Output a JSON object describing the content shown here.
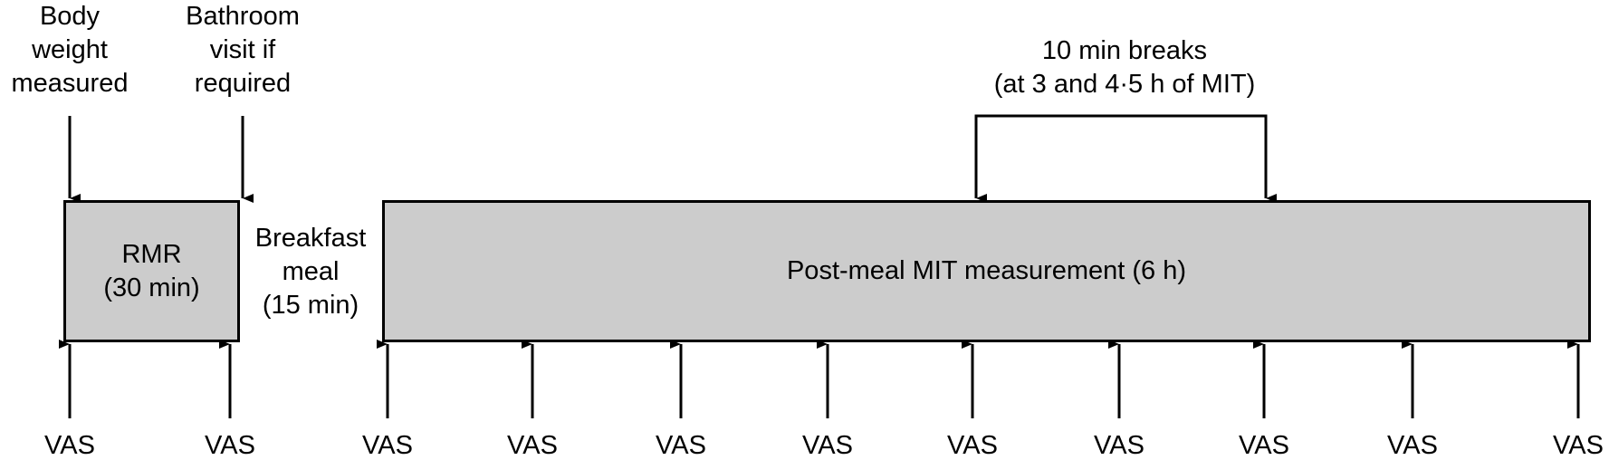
{
  "labels": {
    "body_weight": [
      "Body",
      "weight",
      "measured"
    ],
    "bathroom": [
      "Bathroom",
      "visit if",
      "required"
    ],
    "breakfast": [
      "Breakfast",
      "meal",
      "(15 min)"
    ],
    "breaks": [
      "10 min breaks",
      "(at 3 and 4·5 h of MIT)"
    ]
  },
  "boxes": {
    "rmr": [
      "RMR",
      "(30 min)"
    ],
    "mit": [
      "Post-meal MIT measurement (6 h)"
    ]
  },
  "vas_label": "VAS",
  "vas_count": 11,
  "colors": {
    "box_fill": "#cccccc",
    "stroke": "#000000"
  }
}
